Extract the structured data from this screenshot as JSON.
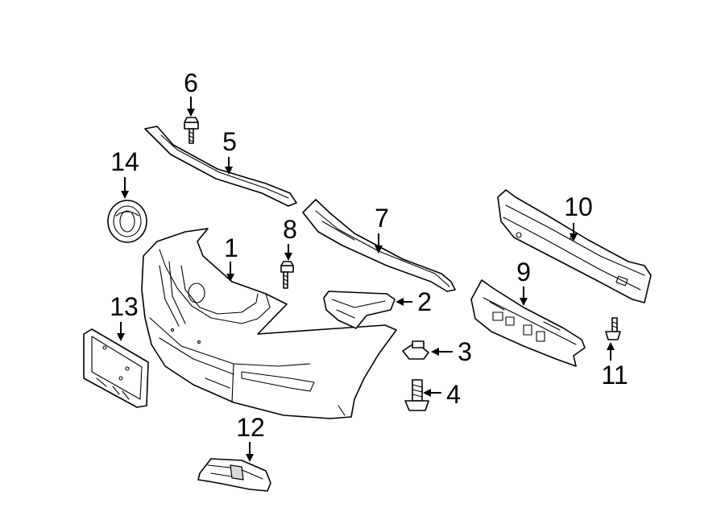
{
  "diagram": {
    "colors": {
      "line": "#000000",
      "fill": "#ffffff",
      "background": "#ffffff"
    },
    "callouts": [
      "1",
      "2",
      "3",
      "4",
      "5",
      "6",
      "7",
      "8",
      "9",
      "10",
      "11",
      "12",
      "13",
      "14"
    ]
  }
}
